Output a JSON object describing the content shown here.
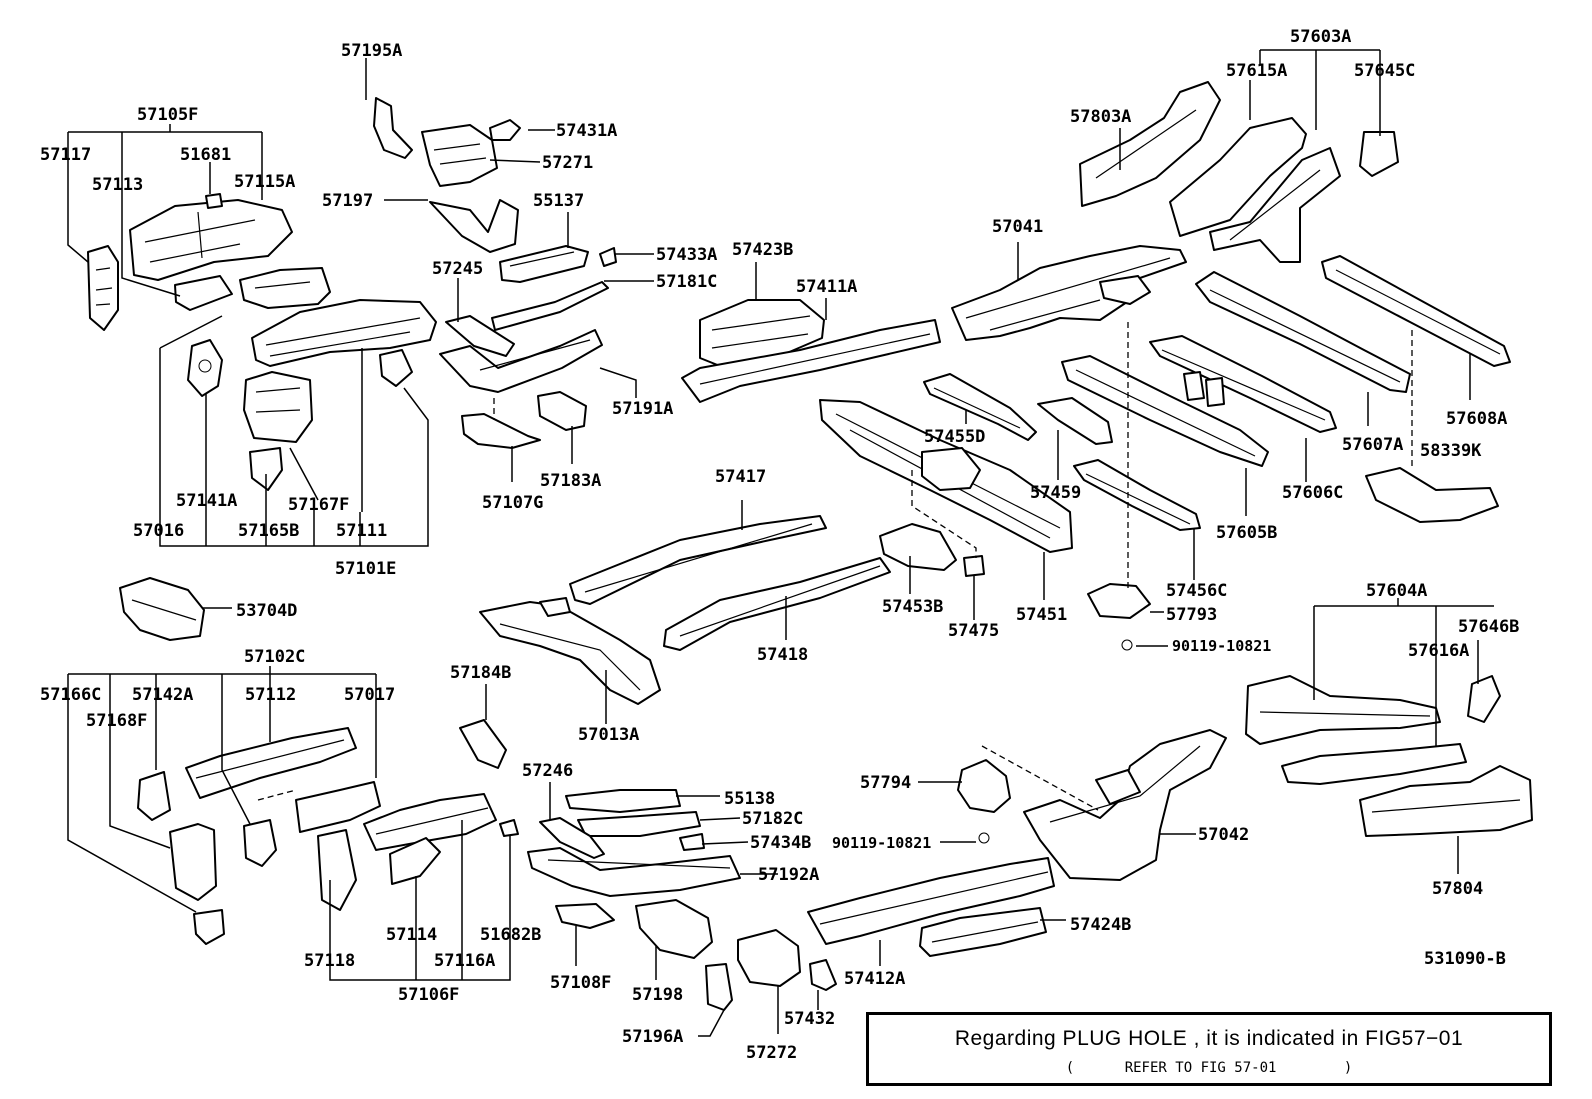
{
  "labels": {
    "p57195A": "57195A",
    "p57105F": "57105F",
    "p57117": "57117",
    "p51681": "51681",
    "p57113": "57113",
    "p57115A": "57115A",
    "p57431A": "57431A",
    "p57271": "57271",
    "p57197": "57197",
    "p55137": "55137",
    "p57245": "57245",
    "p57433A": "57433A",
    "p57181C": "57181C",
    "p57423B": "57423B",
    "p57411A": "57411A",
    "p57191A": "57191A",
    "p57183A": "57183A",
    "p57107G": "57107G",
    "p57141A": "57141A",
    "p57167F": "57167F",
    "p57016": "57016",
    "p57165B": "57165B",
    "p57111": "57111",
    "p57101E": "57101E",
    "p53704D": "53704D",
    "p57102C": "57102C",
    "p57166C": "57166C",
    "p57142A": "57142A",
    "p57112": "57112",
    "p57017": "57017",
    "p57168F": "57168F",
    "p57184B": "57184B",
    "p57246": "57246",
    "p55138": "55138",
    "p57182C": "57182C",
    "p57434B": "57434B",
    "p57192A": "57192A",
    "p57114": "57114",
    "p57116A": "57116A",
    "p57118": "57118",
    "p51682B": "51682B",
    "p57106F": "57106F",
    "p57108F": "57108F",
    "p57198": "57198",
    "p57196A": "57196A",
    "p57272": "57272",
    "p57432": "57432",
    "p57412A": "57412A",
    "p57424B": "57424B",
    "p57417": "57417",
    "p57418": "57418",
    "p57013A": "57013A",
    "p57453B": "57453B",
    "p57475": "57475",
    "p57451": "57451",
    "p57455D": "57455D",
    "p57459": "57459",
    "p57456C": "57456C",
    "p57793": "57793",
    "p90119a": "90119-10821",
    "p57794": "57794",
    "p90119b": "90119-10821",
    "p57042": "57042",
    "p57041": "57041",
    "p57603A": "57603A",
    "p57615A": "57615A",
    "p57645C": "57645C",
    "p57803A": "57803A",
    "p57608A": "57608A",
    "p57607A": "57607A",
    "p58339K": "58339K",
    "p57606C": "57606C",
    "p57605B": "57605B",
    "p57604A": "57604A",
    "p57646B": "57646B",
    "p57616A": "57616A",
    "p57804": "57804",
    "p531090B": "531090-B"
  },
  "note": {
    "line1": "Regarding PLUG HOLE , it is indicated in FIG57−01",
    "line2": "(      REFER TO FIG 57-01        )"
  }
}
